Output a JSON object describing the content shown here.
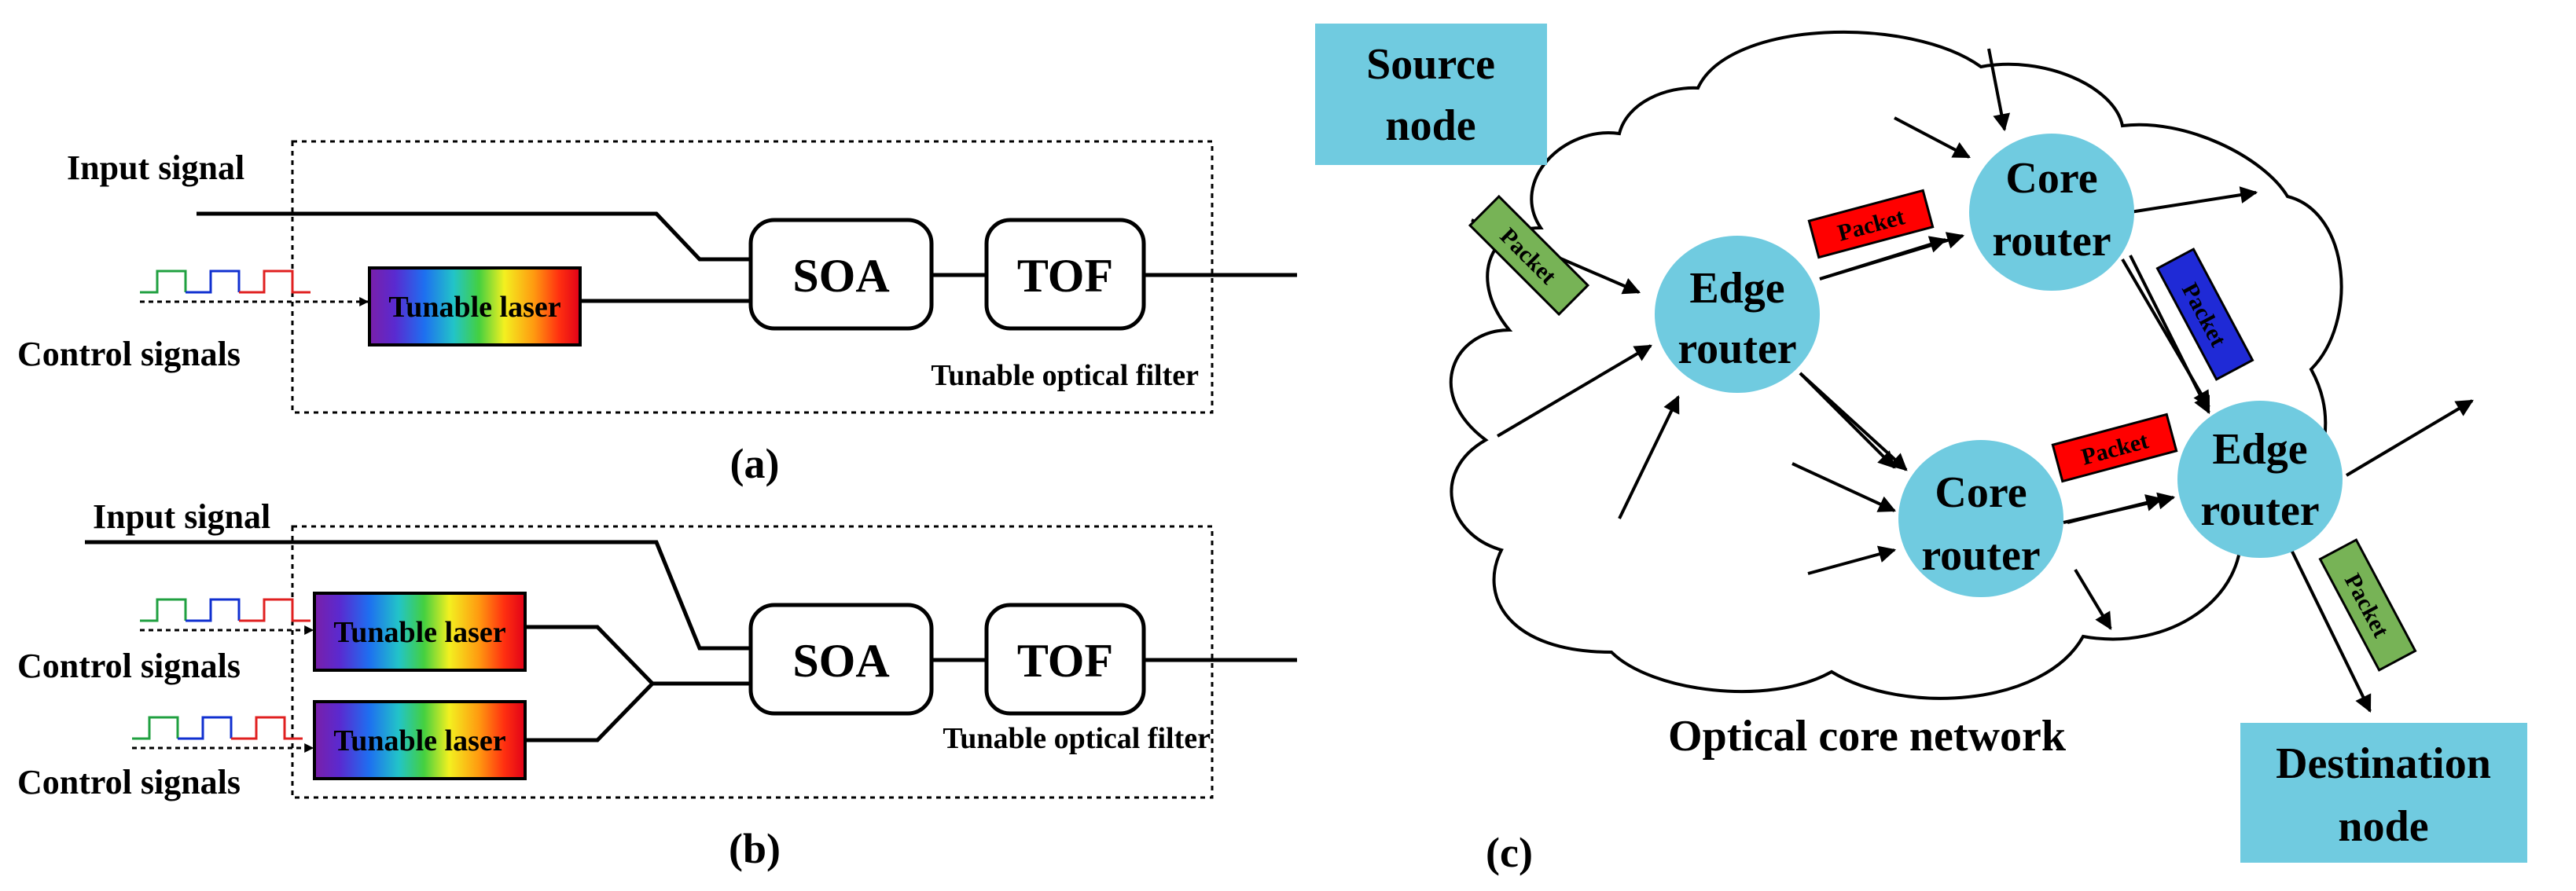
{
  "colors": {
    "node_fill": "#70cbe0",
    "packet_green": "#77b356",
    "packet_red": "#ff0000",
    "packet_blue": "#1f2ad6",
    "pulse_green": "#20a040",
    "pulse_blue": "#1030d0",
    "pulse_red": "#e02020"
  },
  "panel_a": {
    "input_label": "Input signal",
    "control_label": "Control signals",
    "laser_label": "Tunable laser",
    "soa_label": "SOA",
    "tof_label": "TOF",
    "filter_label": "Tunable optical filter",
    "panel_label": "(a)"
  },
  "panel_b": {
    "input_label": "Input signal",
    "control_label_1": "Control signals",
    "control_label_2": "Control signals",
    "laser_label_1": "Tunable laser",
    "laser_label_2": "Tunable laser",
    "soa_label": "SOA",
    "tof_label": "TOF",
    "filter_label": "Tunable optical filter",
    "panel_label": "(b)"
  },
  "panel_c": {
    "source_line1": "Source",
    "source_line2": "node",
    "destination_line1": "Destination",
    "destination_line2": "node",
    "edge1_line1": "Edge",
    "edge1_line2": "router",
    "core_top_line1": "Core",
    "core_top_line2": "router",
    "core_bottom_line1": "Core",
    "core_bottom_line2": "router",
    "edge2_line1": "Edge",
    "edge2_line2": "router",
    "packet_label": "Packet",
    "network_label": "Optical core network",
    "panel_label": "(c)"
  }
}
